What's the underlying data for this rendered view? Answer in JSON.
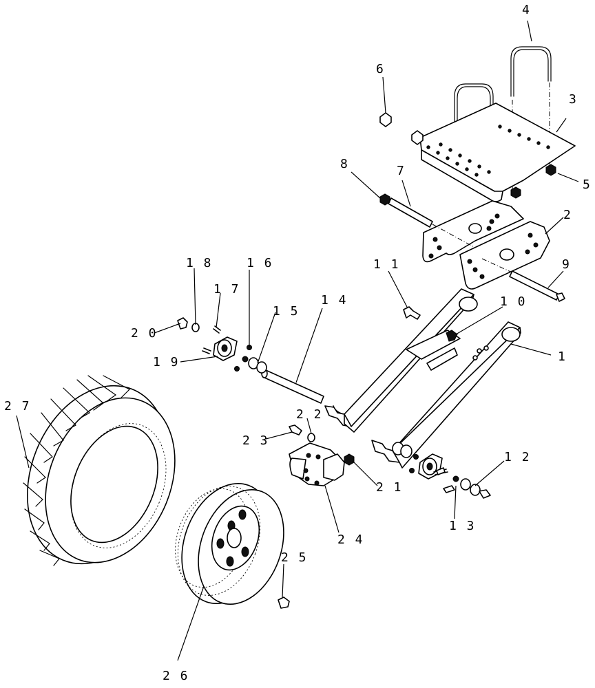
{
  "diagram": {
    "callouts": [
      "1",
      "2",
      "3",
      "4",
      "5",
      "6",
      "7",
      "8",
      "9",
      "1 0",
      "1 1",
      "1 2",
      "1 3",
      "1 4",
      "1 5",
      "1 6",
      "1 7",
      "1 8",
      "1 9",
      "2 0",
      "2 1",
      "2 2",
      "2 3",
      "2 4",
      "2 5",
      "2 6",
      "2 7"
    ]
  }
}
